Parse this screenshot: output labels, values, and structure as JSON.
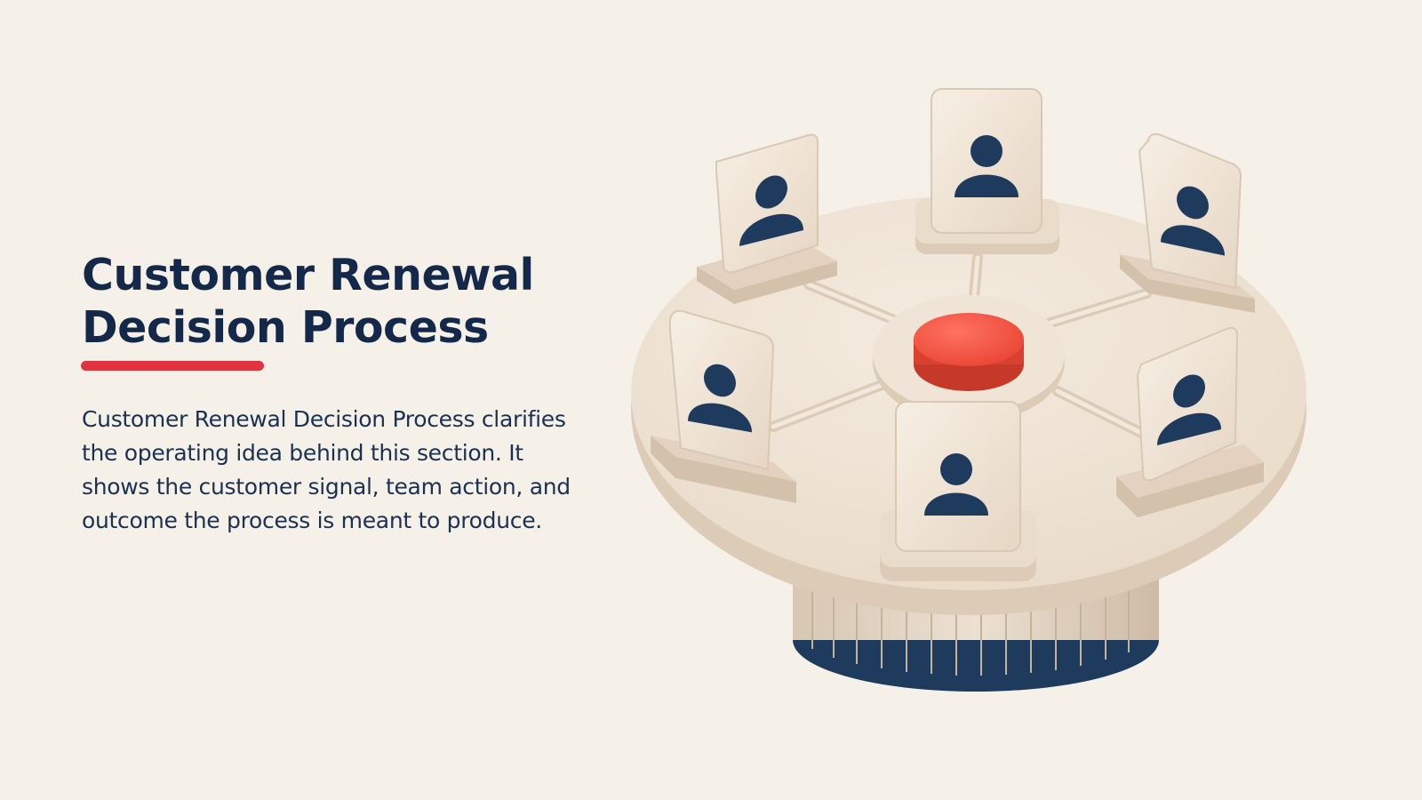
{
  "slide": {
    "title_line_1": "Customer Renewal",
    "title_line_2": "Decision Process",
    "body": "Customer Renewal Decision Process clarifies the operating idea behind this section. It shows the customer signal, team action, and outcome the process is meant to produce."
  },
  "illustration": {
    "subject": "round table with six person cards around a central red button",
    "person_card_count": 6,
    "icons": [
      "person-icon",
      "center-button-icon"
    ]
  },
  "colors": {
    "background": "#f5f1e9",
    "title": "#14294a",
    "body": "#1b3152",
    "accent": "#e0323f",
    "navy": "#1e3a5c",
    "table_top": "#efe4d6",
    "table_edge": "#dccbb7",
    "button_red": "#f0503f"
  }
}
